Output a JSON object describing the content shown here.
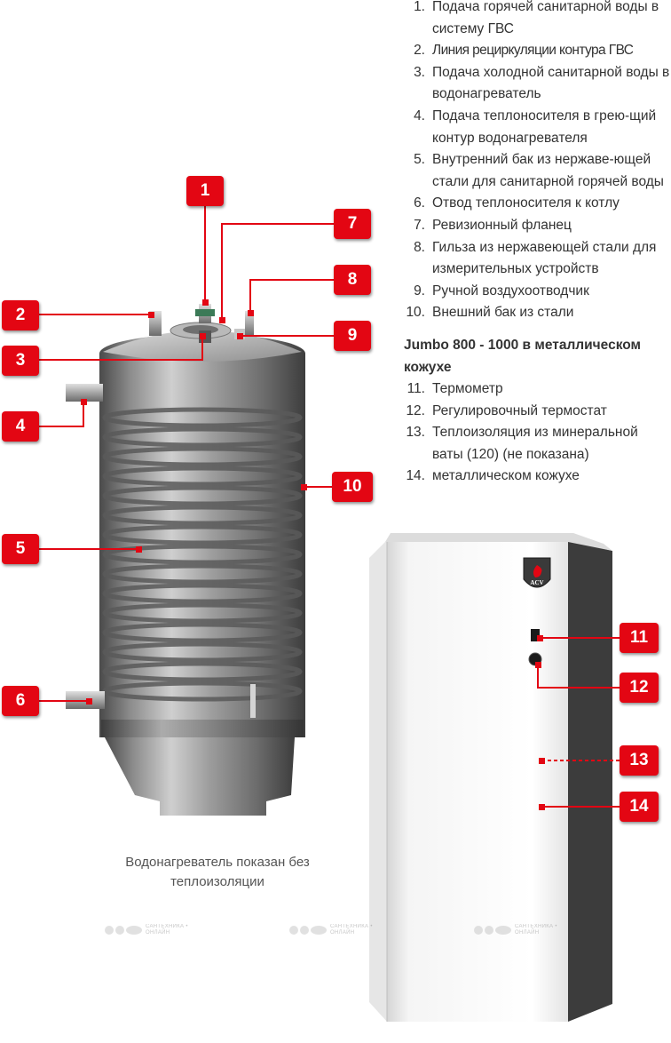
{
  "legend": {
    "items": [
      {
        "num": "1.",
        "text": "Подача горячей санитарной воды в систему ГВС"
      },
      {
        "num": "2.",
        "text": "Линия рециркуляции контура ГВС"
      },
      {
        "num": "3.",
        "text": "Подача холодной санитарной воды в водонагреватель"
      },
      {
        "num": "4.",
        "text": "Подача теплоносителя в грею-щий контур водонагревателя"
      },
      {
        "num": "5.",
        "text": "Внутренний бак из нержаве-ющей стали для санитарной горячей воды"
      },
      {
        "num": "6.",
        "text": "Отвод теплоносителя к котлу"
      },
      {
        "num": "7.",
        "text": "Ревизионный фланец"
      },
      {
        "num": "8.",
        "text": "Гильза из нержавеющей стали для измерительных устройств"
      },
      {
        "num": "9.",
        "text": "Ручной воздухоотводчик"
      },
      {
        "num": "10.",
        "text": "Внешний бак из стали"
      }
    ],
    "subtitle": "Jumbo 800 - 1000 в металлическом кожухе",
    "items2": [
      {
        "num": "11.",
        "text": "Термометр"
      },
      {
        "num": "12.",
        "text": "Регулировочный термостат"
      },
      {
        "num": "13.",
        "text": "Теплоизоляция из минеральной ваты (120) (не показана)"
      },
      {
        "num": "14.",
        "text": "металлическом кожухе"
      }
    ]
  },
  "callouts": [
    "1",
    "2",
    "3",
    "4",
    "5",
    "6",
    "7",
    "8",
    "9",
    "10",
    "11",
    "12",
    "13",
    "14"
  ],
  "caption": "Водонагреватель показан без теплоизоляции",
  "watermark": {
    "line1": "САНТЕХНИКА •",
    "line2": "ОНЛАЙН"
  },
  "logo_text": "ACV",
  "colors": {
    "accent": "#e30613",
    "steel": "#9a9a9a",
    "cabinet": "#f4f4f4"
  }
}
